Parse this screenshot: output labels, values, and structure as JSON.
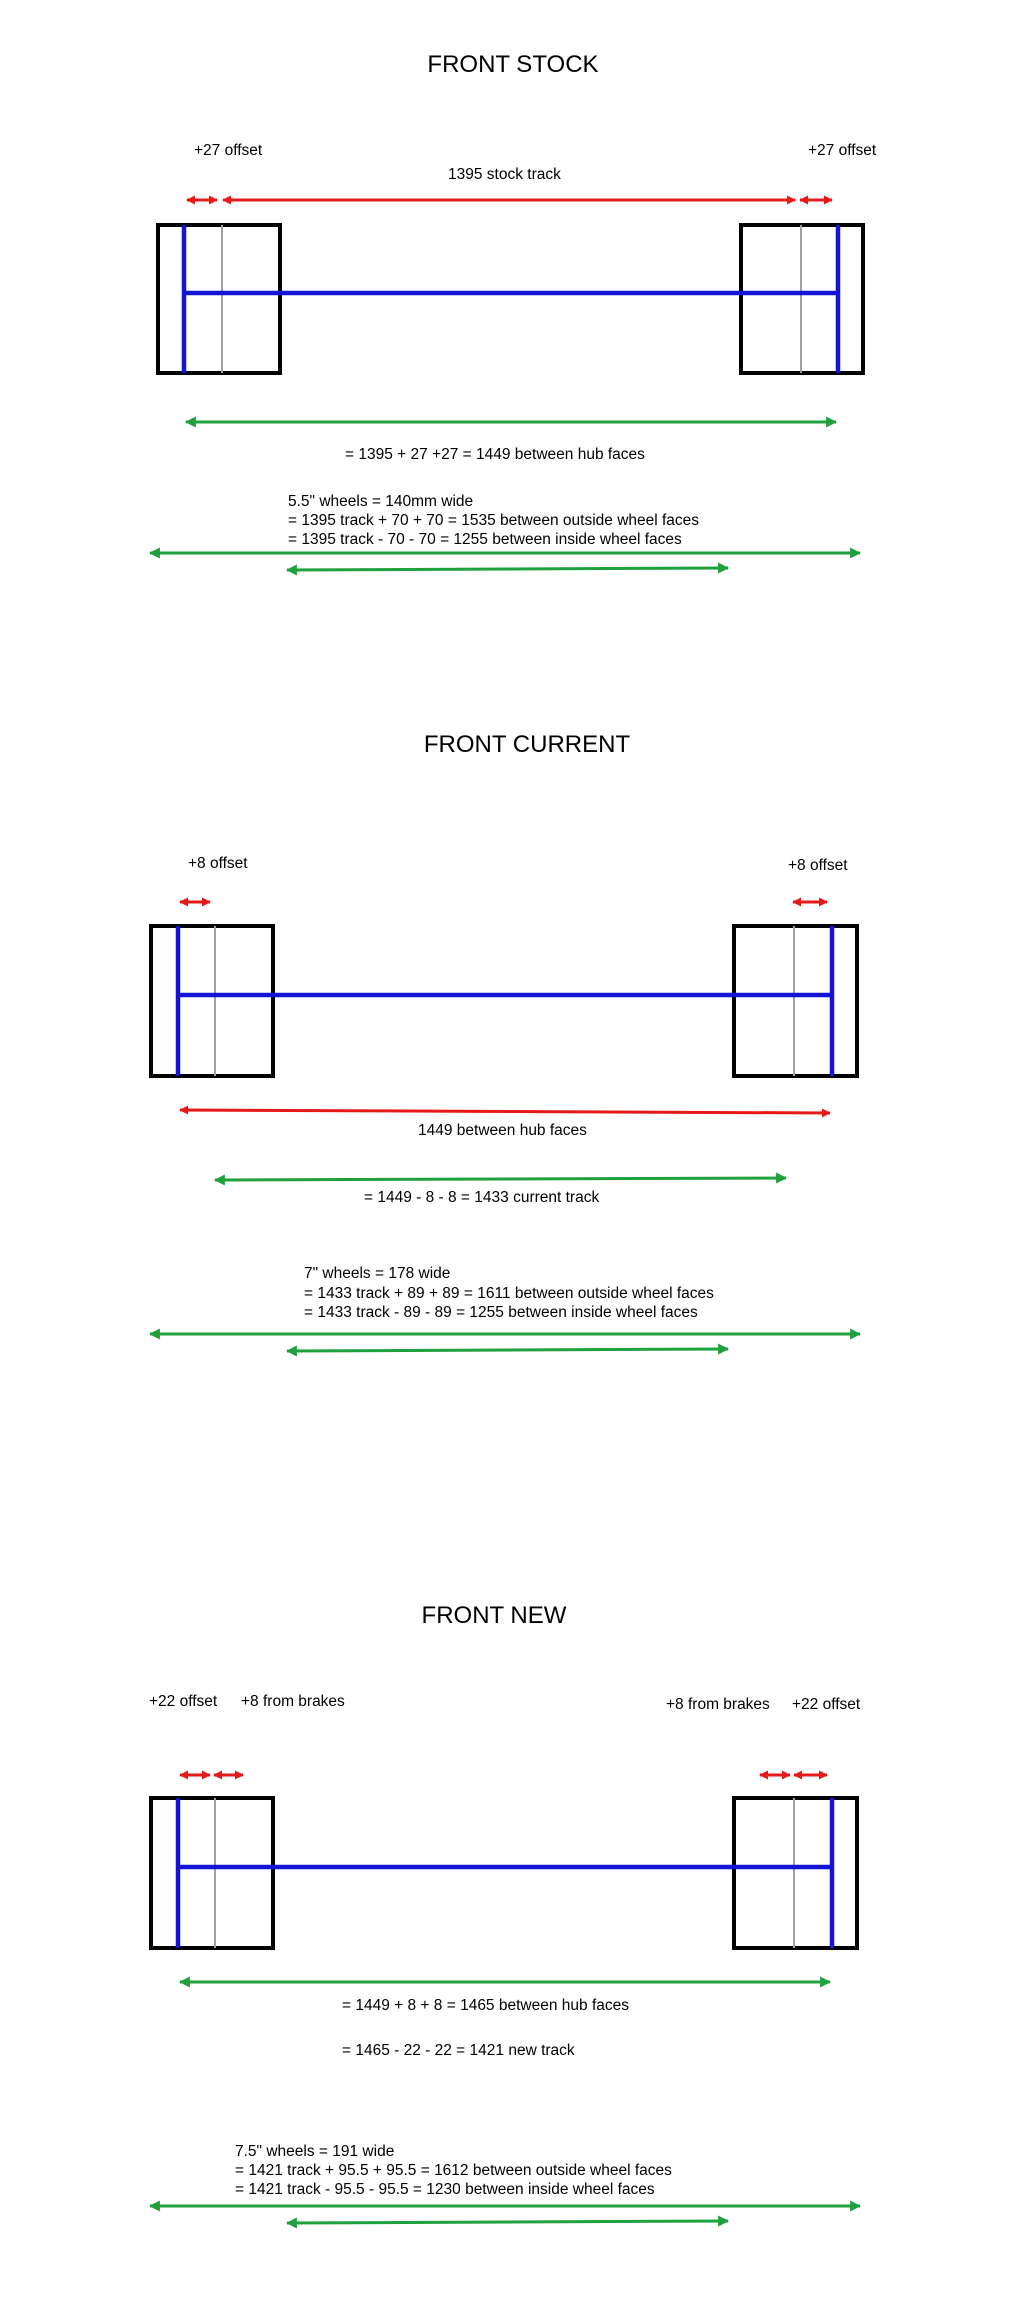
{
  "colors": {
    "hub_line": "#1414d2",
    "wheel_box": "#000000",
    "centerline": "#a0a0a0",
    "offset_arrow": "#e61919",
    "width_arrow": "#1ea03c",
    "text": "#000000"
  },
  "sections": [
    {
      "title": "FRONT STOCK",
      "offset_labels": [
        "+27 offset",
        "+27 offset"
      ],
      "track_label": "1395 stock track",
      "hub_face_label": "= 1395 + 27 +27 = 1449 between hub faces",
      "wheel_notes": [
        "5.5\" wheels = 140mm wide",
        "= 1395 track + 70 + 70 = 1535 between outside wheel faces",
        "= 1395 track - 70 - 70 = 1255 between inside wheel faces"
      ]
    },
    {
      "title": "FRONT CURRENT",
      "offset_labels": [
        "+8 offset",
        "+8 offset"
      ],
      "hub_face_label": "1449 between hub faces",
      "track_label": "= 1449 - 8 - 8 = 1433 current track",
      "wheel_notes": [
        "7\" wheels = 178 wide",
        "= 1433 track + 89 + 89 = 1611 between outside wheel faces",
        "= 1433 track - 89 - 89 = 1255 between inside wheel faces"
      ]
    },
    {
      "title": "FRONT NEW",
      "offset_labels": [
        "+22 offset",
        "+22 offset"
      ],
      "brake_labels": [
        "+8 from brakes",
        "+8 from brakes"
      ],
      "hub_face_label": "= 1449 + 8 + 8  =  1465 between hub faces",
      "track_label": "= 1465 - 22 - 22 = 1421 new track",
      "wheel_notes": [
        "7.5\" wheels = 191 wide",
        "= 1421 track + 95.5 + 95.5 = 1612 between outside wheel faces",
        "= 1421 track - 95.5 - 95.5 = 1230 between inside wheel faces"
      ]
    }
  ]
}
